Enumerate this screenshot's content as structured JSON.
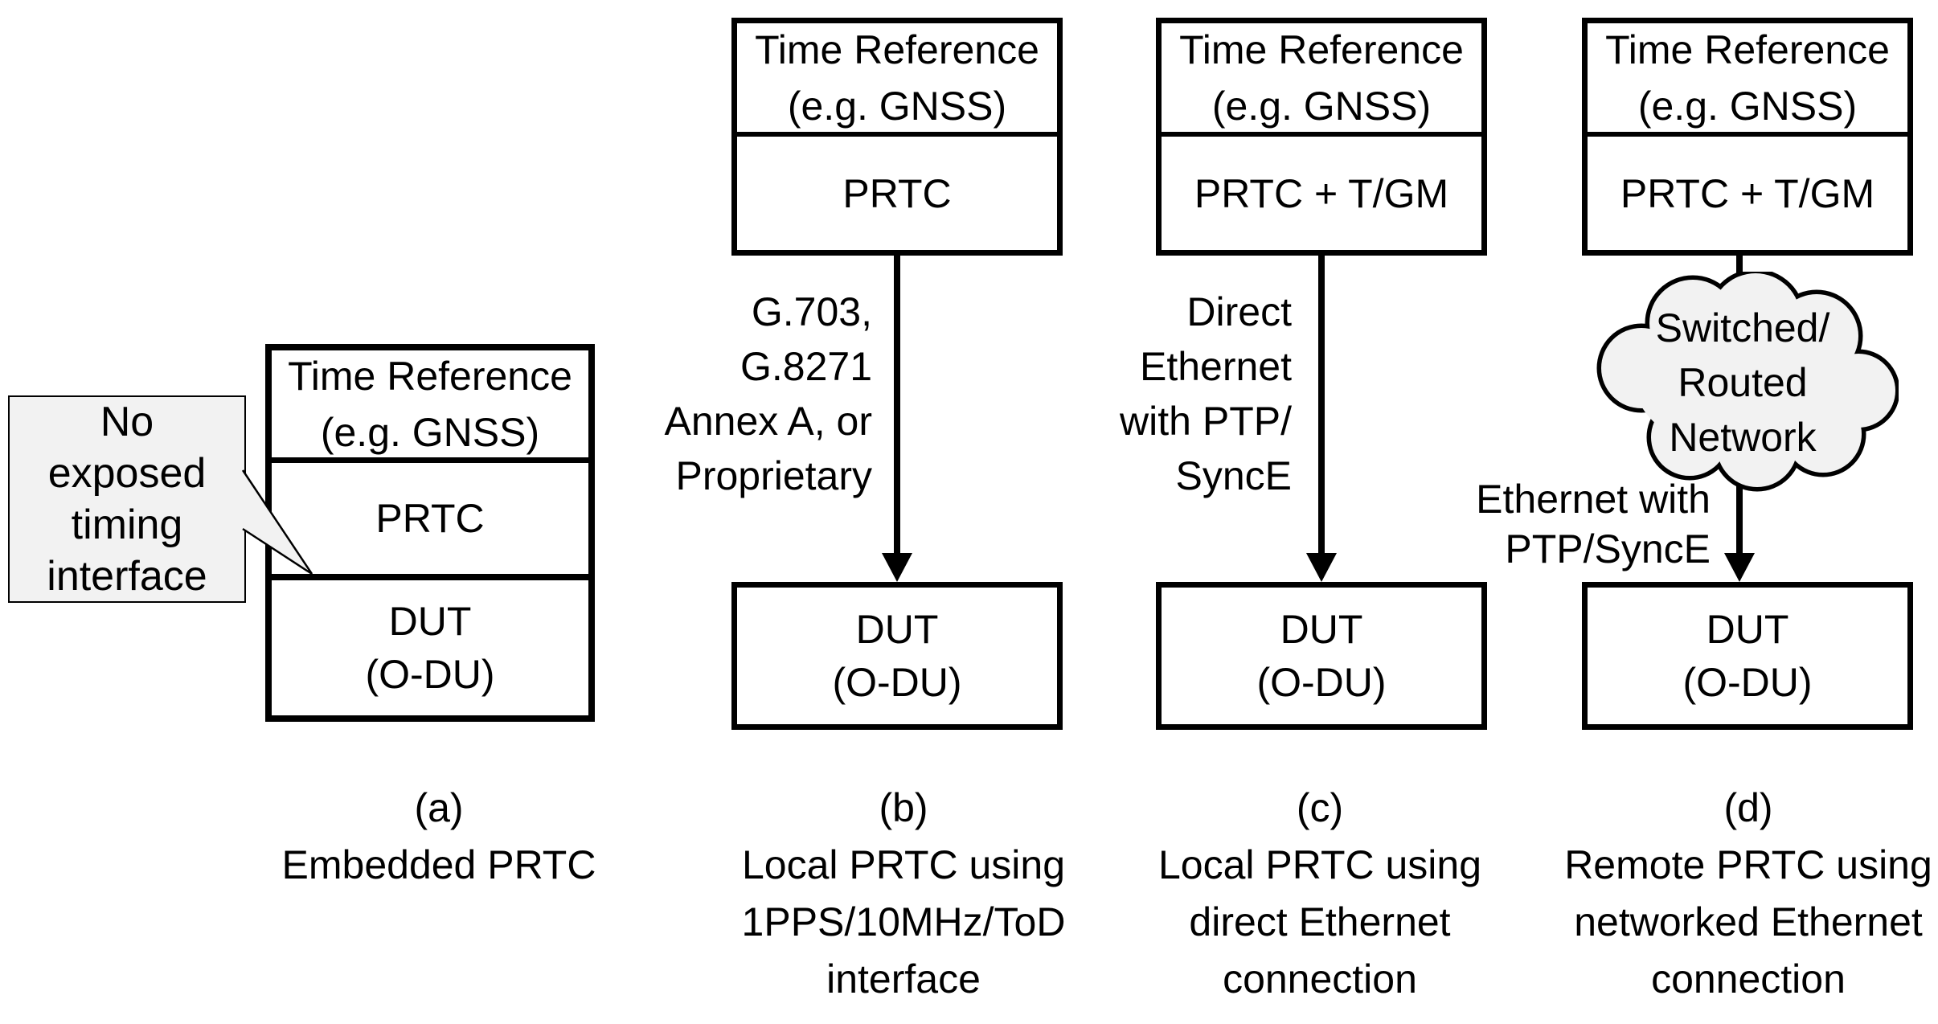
{
  "colors": {
    "stroke": "#000000",
    "light_fill": "#f2f2f2",
    "background": "#ffffff"
  },
  "callout": {
    "lines": [
      "No",
      "exposed",
      "timing",
      "interface"
    ]
  },
  "columns": {
    "a": {
      "label": "(a)",
      "caption_lines": [
        "Embedded PRTC"
      ],
      "box": {
        "time_ref_line1": "Time Reference",
        "time_ref_line2": "(e.g. GNSS)",
        "clock": "PRTC",
        "dut_line1": "DUT",
        "dut_line2": "(O-DU)"
      }
    },
    "b": {
      "label": "(b)",
      "caption_lines": [
        "Local PRTC using",
        "1PPS/10MHz/ToD",
        "interface"
      ],
      "source_box": {
        "time_ref_line1": "Time Reference",
        "time_ref_line2": "(e.g. GNSS)",
        "clock": "PRTC"
      },
      "link_lines": [
        "G.703,",
        "G.8271",
        "Annex A, or",
        "Proprietary"
      ],
      "dut_box": {
        "line1": "DUT",
        "line2": "(O-DU)"
      }
    },
    "c": {
      "label": "(c)",
      "caption_lines": [
        "Local PRTC using",
        "direct Ethernet",
        "connection"
      ],
      "source_box": {
        "time_ref_line1": "Time Reference",
        "time_ref_line2": "(e.g. GNSS)",
        "clock": "PRTC + T/GM"
      },
      "link_lines": [
        "Direct",
        "Ethernet",
        "with PTP/",
        "SyncE"
      ],
      "dut_box": {
        "line1": "DUT",
        "line2": "(O-DU)"
      }
    },
    "d": {
      "label": "(d)",
      "caption_lines": [
        "Remote PRTC using",
        "networked Ethernet",
        "connection"
      ],
      "source_box": {
        "time_ref_line1": "Time Reference",
        "time_ref_line2": "(e.g. GNSS)",
        "clock": "PRTC + T/GM"
      },
      "cloud_lines": [
        "Switched/",
        "Routed",
        "Network"
      ],
      "link_lines": [
        "Ethernet with",
        "PTP/SyncE"
      ],
      "dut_box": {
        "line1": "DUT",
        "line2": "(O-DU)"
      }
    }
  }
}
